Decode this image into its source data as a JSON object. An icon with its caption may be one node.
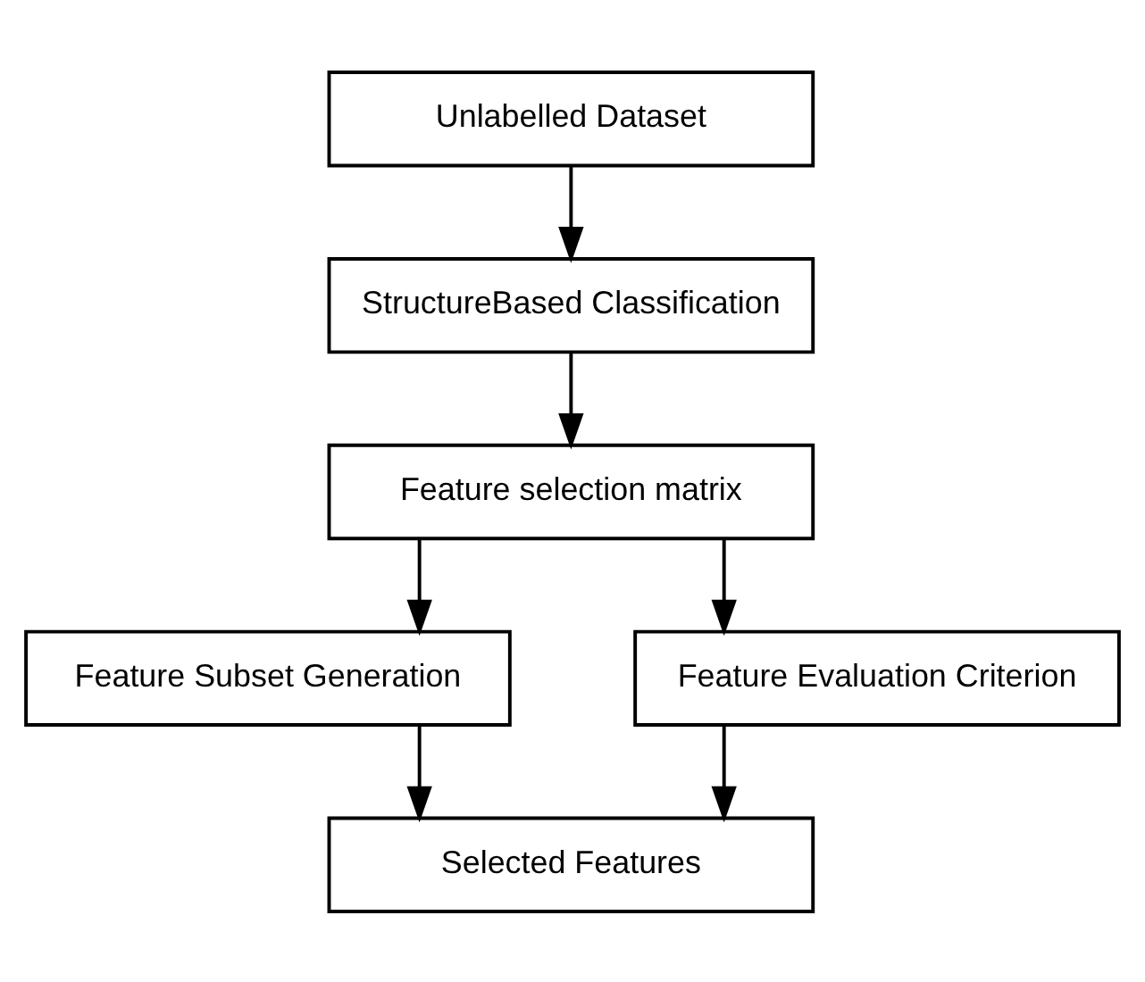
{
  "diagram": {
    "nodes": [
      {
        "text": [
          "Unlabelled Dataset"
        ]
      },
      {
        "text": [
          "StructureBased Classification"
        ]
      },
      {
        "text": [
          "Feature selection matrix"
        ]
      },
      {
        "text": [
          "Feature Subset Generation"
        ]
      },
      {
        "text": [
          "Feature Evaluation Criterion"
        ]
      },
      {
        "text": [
          "Selected Features"
        ]
      }
    ],
    "edges": [
      {
        "from": 0,
        "to": 1,
        "arrow": "to"
      },
      {
        "from": 1,
        "to": 2,
        "arrow": "to"
      },
      {
        "from": 2,
        "to": 3,
        "arrow": "to"
      },
      {
        "from": 2,
        "to": 4,
        "arrow": "to"
      },
      {
        "from": 3,
        "to": 5,
        "arrow": "to"
      },
      {
        "from": 4,
        "to": 5,
        "arrow": "to"
      }
    ]
  }
}
